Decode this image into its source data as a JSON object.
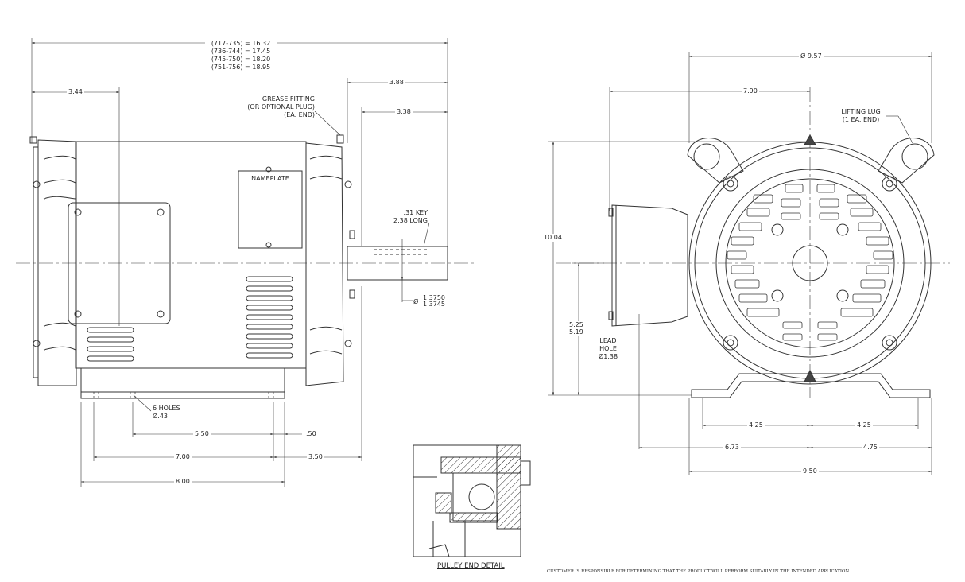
{
  "side_view": {
    "length_options": [
      "(717-735) = 16.32",
      "(736-744) = 17.45",
      "(745-750) = 18.20",
      "(751-756) = 18.95"
    ],
    "dim_3_44": "3.44",
    "dim_3_88": "3.88",
    "dim_3_38": "3.38",
    "grease_note": [
      "GREASE FITTING",
      "(OR OPTIONAL PLUG)",
      "(EA. END)"
    ],
    "nameplate": "NAMEPLATE",
    "key_note": [
      ".31 KEY",
      "2.38 LONG"
    ],
    "shaft_dia": [
      "1.3750",
      "1.3745"
    ],
    "holes_note": [
      "6 HOLES",
      "Ø.43"
    ],
    "dim_5_50": "5.50",
    "dim_50": ".50",
    "dim_7_00": "7.00",
    "dim_3_50": "3.50",
    "dim_8_00": "8.00"
  },
  "end_view": {
    "dim_dia_9_57": "Ø 9.57",
    "dim_7_90": "7.90",
    "lifting_note": [
      "LIFTING LUG",
      "(1 EA. END)"
    ],
    "dim_10_04": "10.04",
    "dim_5_25": "5.25",
    "dim_5_19": "5.19",
    "lead_note": [
      "LEAD",
      "HOLE",
      "Ø1.38"
    ],
    "dim_4_25_left": "4.25",
    "dim_4_25_right": "4.25",
    "dim_6_73": "6.73",
    "dim_4_75": "4.75",
    "dim_9_50": "9.50"
  },
  "detail": {
    "title": "PULLEY END DETAIL"
  },
  "footer": {
    "disclaimer": "CUSTOMER IS RESPONSIBLE FOR DETERMINING THAT THE PRODUCT WILL PERFORM SUITABLY IN THE INTENDED APPLICATION"
  }
}
